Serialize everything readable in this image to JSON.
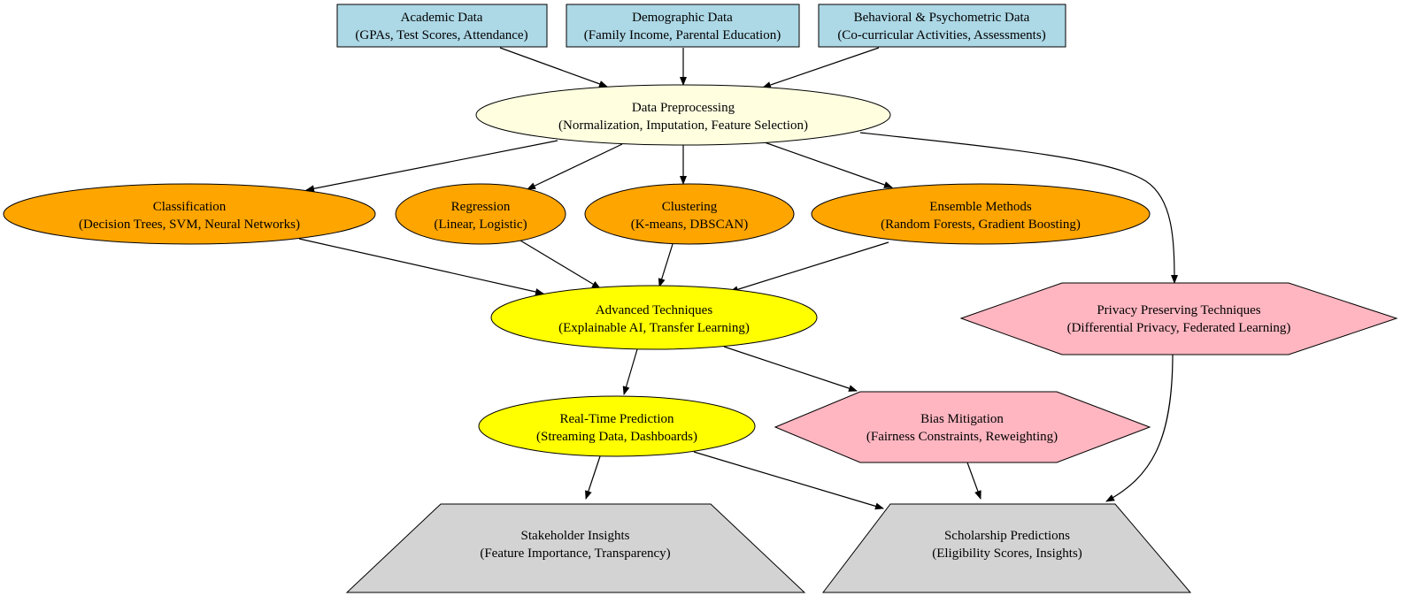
{
  "colors": {
    "input": "#add8e6",
    "preprocess": "#ffffe0",
    "model": "#ffa500",
    "advanced": "#ffff00",
    "ethics": "#ffb6c1",
    "output": "#d3d3d3",
    "edge": "#000000"
  },
  "nodes": {
    "academic": {
      "title": "Academic Data",
      "detail": "(GPAs, Test Scores, Attendance)"
    },
    "demographic": {
      "title": "Demographic Data",
      "detail": "(Family Income, Parental Education)"
    },
    "behavioral": {
      "title": "Behavioral & Psychometric Data",
      "detail": "(Co-curricular Activities, Assessments)"
    },
    "preprocess": {
      "title": "Data Preprocessing",
      "detail": "(Normalization, Imputation, Feature Selection)"
    },
    "classification": {
      "title": "Classification",
      "detail": "(Decision Trees, SVM, Neural Networks)"
    },
    "regression": {
      "title": "Regression",
      "detail": "(Linear, Logistic)"
    },
    "clustering": {
      "title": "Clustering",
      "detail": "(K-means, DBSCAN)"
    },
    "ensemble": {
      "title": "Ensemble Methods",
      "detail": "(Random Forests, Gradient Boosting)"
    },
    "advanced": {
      "title": "Advanced Techniques",
      "detail": "(Explainable AI, Transfer Learning)"
    },
    "privacy": {
      "title": "Privacy Preserving Techniques",
      "detail": "(Differential Privacy, Federated Learning)"
    },
    "realtime": {
      "title": "Real-Time Prediction",
      "detail": "(Streaming Data, Dashboards)"
    },
    "bias": {
      "title": "Bias Mitigation",
      "detail": "(Fairness Constraints, Reweighting)"
    },
    "stakeholder": {
      "title": "Stakeholder Insights",
      "detail": "(Feature Importance, Transparency)"
    },
    "scholarship": {
      "title": "Scholarship Predictions",
      "detail": "(Eligibility Scores, Insights)"
    }
  },
  "edges": [
    {
      "from": "academic",
      "to": "preprocess"
    },
    {
      "from": "demographic",
      "to": "preprocess"
    },
    {
      "from": "behavioral",
      "to": "preprocess"
    },
    {
      "from": "preprocess",
      "to": "classification"
    },
    {
      "from": "preprocess",
      "to": "regression"
    },
    {
      "from": "preprocess",
      "to": "clustering"
    },
    {
      "from": "preprocess",
      "to": "ensemble"
    },
    {
      "from": "preprocess",
      "to": "privacy"
    },
    {
      "from": "classification",
      "to": "advanced"
    },
    {
      "from": "regression",
      "to": "advanced"
    },
    {
      "from": "clustering",
      "to": "advanced"
    },
    {
      "from": "ensemble",
      "to": "advanced"
    },
    {
      "from": "advanced",
      "to": "realtime"
    },
    {
      "from": "advanced",
      "to": "bias"
    },
    {
      "from": "realtime",
      "to": "stakeholder"
    },
    {
      "from": "realtime",
      "to": "scholarship"
    },
    {
      "from": "bias",
      "to": "scholarship"
    },
    {
      "from": "privacy",
      "to": "scholarship"
    }
  ]
}
